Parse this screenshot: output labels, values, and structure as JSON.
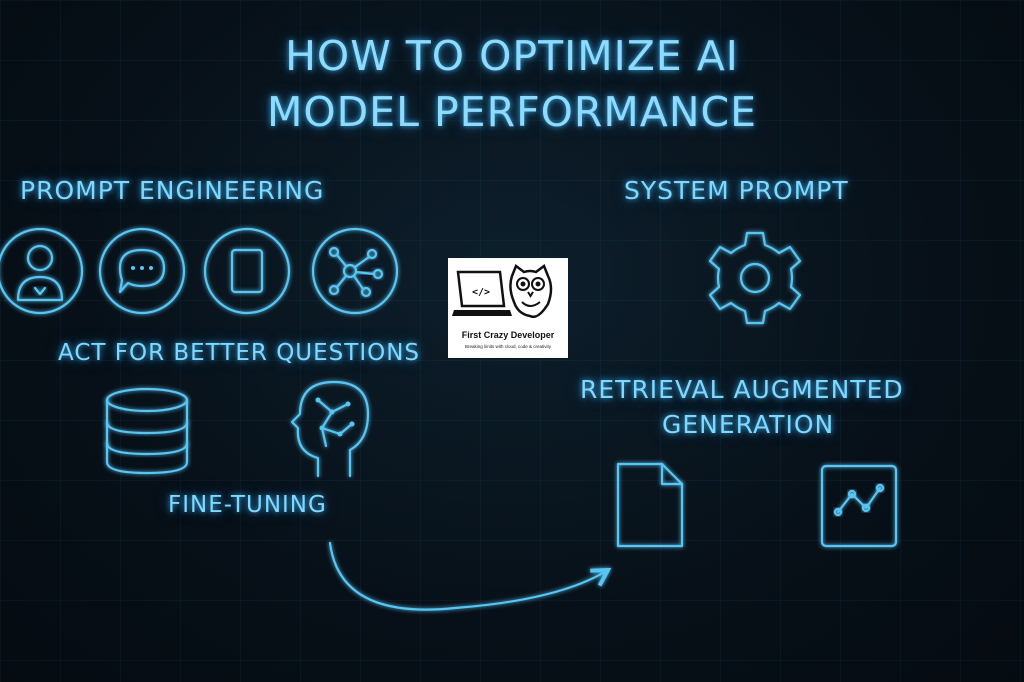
{
  "title": {
    "line1": "HOW TO OPTIMIZE AI",
    "line2": "MODEL PERFORMANCE"
  },
  "sections": {
    "prompt_engineering": "PROMPT ENGINEERING",
    "act_better_questions": "ACT FOR BETTER QUESTIONS",
    "fine_tuning": "FINE-TUNING",
    "system_prompt": "SYSTEM PROMPT",
    "rag_line1": "RETRIEVAL AUGMENTED",
    "rag_line2": "GENERATION"
  },
  "logo": {
    "name": "First Crazy Developer",
    "tagline": "Breaking limits with cloud, code & creativity",
    "code_glyph": "</>"
  },
  "icons": [
    "user-icon",
    "chat-bubble-icon",
    "document-icon",
    "network-icon",
    "gear-icon",
    "database-icon",
    "brain-head-icon",
    "file-icon",
    "line-chart-icon"
  ],
  "colors": {
    "accent": "#58c6f4",
    "text_glow": "#7fd8ff",
    "background": "#071018"
  }
}
